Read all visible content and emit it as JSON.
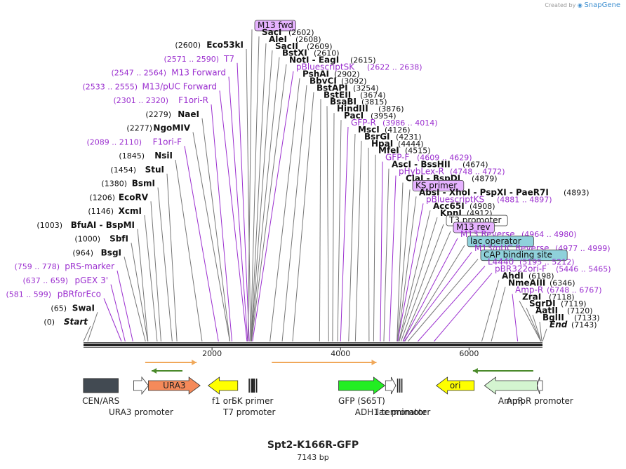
{
  "header": {
    "credit_prefix": "Created by",
    "credit_brand": "SnapGene"
  },
  "plasmid": {
    "name": "Spt2-K166R-GFP",
    "length_label": "7143 bp",
    "length": 7143
  },
  "colors": {
    "enzyme_text": "#111111",
    "primer_text": "#9b2fcf",
    "leader_line": "#777777",
    "primer_line": "#9b2fcf",
    "highlight_purple": "#e6b3ff",
    "highlight_cyan": "#8fd1db",
    "orf_orange": "#f0a85a",
    "orf_green": "#4a8a2a"
  },
  "ruler": {
    "ticks": [
      "2000",
      "4000",
      "6000"
    ]
  },
  "labels": [
    {
      "kind": "enzyme",
      "pre": "(2600)",
      "name": "Eco53kI",
      "pos": 2600
    },
    {
      "kind": "primer",
      "pre": "(2571 .. 2590)",
      "name": "T7",
      "pos": 2580
    },
    {
      "kind": "boxed",
      "name": "M13 fwd",
      "pos": 2560,
      "bg": "purple"
    },
    {
      "kind": "primer",
      "name": "M13 Forward",
      "pre": "(2547 .. 2564)",
      "pos": 2555
    },
    {
      "kind": "primer",
      "name": "M13/pUC Forward",
      "pre": "(2533 .. 2555)",
      "pos": 2544
    },
    {
      "kind": "primer",
      "name": "F1ori-R",
      "pre": "(2301 .. 2320)",
      "pos": 2310
    },
    {
      "kind": "enzyme",
      "pre": "(2279)",
      "name": "NaeI",
      "pos": 2279
    },
    {
      "kind": "enzyme",
      "pre": "(2277)",
      "name": "NgoMIV",
      "pos": 2277
    },
    {
      "kind": "primer",
      "name": "F1ori-F",
      "pre": "(2089 .. 2110)",
      "pos": 2100
    },
    {
      "kind": "enzyme",
      "pre": "(1845)",
      "name": "NsiI",
      "pos": 1845
    },
    {
      "kind": "enzyme",
      "pre": "(1454)",
      "name": "StuI",
      "pos": 1454
    },
    {
      "kind": "enzyme",
      "pre": "(1380)",
      "name": "BsmI",
      "pos": 1380
    },
    {
      "kind": "enzyme",
      "pre": "(1206)",
      "name": "EcoRV",
      "pos": 1206
    },
    {
      "kind": "enzyme",
      "pre": "(1146)",
      "name": "XcmI",
      "pos": 1146
    },
    {
      "kind": "enzyme",
      "pre": "(1003)",
      "name": "BfuAI - BspMI",
      "pos": 1003
    },
    {
      "kind": "enzyme",
      "pre": "(1000)",
      "name": "SbfI",
      "pos": 1000
    },
    {
      "kind": "enzyme",
      "pre": "(964)",
      "name": "BsgI",
      "pos": 964
    },
    {
      "kind": "primer",
      "name": "pRS-marker",
      "pre": "(759 .. 778)",
      "pos": 768
    },
    {
      "kind": "primer",
      "name": "pGEX 3'",
      "pre": "(637 .. 659)",
      "pos": 648
    },
    {
      "kind": "primer",
      "name": "pBRforEco",
      "pre": "(581 .. 599)",
      "pos": 590
    },
    {
      "kind": "enzyme",
      "pre": "(65)",
      "name": "SwaI",
      "pos": 65
    },
    {
      "kind": "enzyme",
      "pre": "(0)",
      "name": "Start",
      "pos": 0,
      "italic": true
    },
    {
      "kind": "enzyme",
      "name": "SacI",
      "post": "(2602)",
      "pos": 2602
    },
    {
      "kind": "enzyme",
      "name": "AleI",
      "post": "(2608)",
      "pos": 2608
    },
    {
      "kind": "enzyme",
      "name": "SacII",
      "post": "(2609)",
      "pos": 2609
    },
    {
      "kind": "enzyme",
      "name": "BstXI",
      "post": "(2610)",
      "pos": 2610
    },
    {
      "kind": "enzyme",
      "name": "NotI - EagI",
      "post": "(2615)",
      "pos": 2615
    },
    {
      "kind": "primer",
      "name": "pBluescriptSK",
      "post": "(2622 .. 2638)",
      "pos": 2630
    },
    {
      "kind": "enzyme",
      "name": "PshAI",
      "post": "(2902)",
      "pos": 2902
    },
    {
      "kind": "enzyme",
      "name": "BbvCI",
      "post": "(3092)",
      "pos": 3092
    },
    {
      "kind": "enzyme",
      "name": "BstAPI",
      "post": "(3254)",
      "pos": 3254
    },
    {
      "kind": "enzyme",
      "name": "BstEII",
      "post": "(3674)",
      "pos": 3674
    },
    {
      "kind": "enzyme",
      "name": "BsaBI",
      "post": "(3815)",
      "pos": 3815
    },
    {
      "kind": "enzyme",
      "name": "HindIII",
      "post": "(3876)",
      "pos": 3876
    },
    {
      "kind": "enzyme",
      "name": "PacI",
      "post": "(3954)",
      "pos": 3954
    },
    {
      "kind": "primer",
      "name": "GFP-R",
      "post": "(3986 .. 4014)",
      "pos": 4000
    },
    {
      "kind": "enzyme",
      "name": "MscI",
      "post": "(4126)",
      "pos": 4126
    },
    {
      "kind": "enzyme",
      "name": "BsrGI",
      "post": "(4231)",
      "pos": 4231
    },
    {
      "kind": "enzyme",
      "name": "HpaI",
      "post": "(4444)",
      "pos": 4444
    },
    {
      "kind": "enzyme",
      "name": "MfeI",
      "post": "(4515)",
      "pos": 4515
    },
    {
      "kind": "primer",
      "name": "GFP-F",
      "post": "(4609 .. 4629)",
      "pos": 4619
    },
    {
      "kind": "enzyme",
      "name": "AscI - BssHII",
      "post": "(4674)",
      "pos": 4674
    },
    {
      "kind": "primer",
      "name": "pHybLex-R",
      "post": "(4748 .. 4772)",
      "pos": 4760
    },
    {
      "kind": "enzyme",
      "name": "ClaI - BspDI",
      "post": "(4879)",
      "pos": 4879
    },
    {
      "kind": "boxed",
      "name": "KS primer",
      "pos": 4885,
      "bg": "purple"
    },
    {
      "kind": "enzyme",
      "name": "AbsI - XhoI - PspXI - PaeR7I",
      "post": "(4893)",
      "pos": 4893
    },
    {
      "kind": "primer",
      "name": "pBluescriptKS",
      "post": "(4881 .. 4897)",
      "pos": 4889
    },
    {
      "kind": "enzyme",
      "name": "Acc65I",
      "post": "(4908)",
      "pos": 4908
    },
    {
      "kind": "enzyme",
      "name": "KpnI",
      "post": "(4912)",
      "pos": 4912
    },
    {
      "kind": "boxed",
      "name": "T3 promoter",
      "pos": 4940,
      "bg": "white"
    },
    {
      "kind": "boxed",
      "name": "M13 rev",
      "pos": 4970,
      "bg": "purple"
    },
    {
      "kind": "primer",
      "name": "M13 Reverse",
      "post": "(4964 .. 4980)",
      "pos": 4972
    },
    {
      "kind": "boxed",
      "name": "lac operator",
      "pos": 5000,
      "bg": "cyan"
    },
    {
      "kind": "primer",
      "name": "M13/pUC Reverse",
      "post": "(4977 .. 4999)",
      "pos": 4988
    },
    {
      "kind": "boxed",
      "name": "CAP binding site",
      "pos": 5050,
      "bg": "cyan"
    },
    {
      "kind": "primer",
      "name": "L4440",
      "post": "(5195 .. 5212)",
      "pos": 5203
    },
    {
      "kind": "primer",
      "name": "pBR322ori-F",
      "post": "(5446 .. 5465)",
      "pos": 5455
    },
    {
      "kind": "enzyme",
      "name": "AhdI",
      "post": "(6198)",
      "pos": 6198
    },
    {
      "kind": "enzyme",
      "name": "NmeAIII",
      "post": "(6346)",
      "pos": 6346
    },
    {
      "kind": "primer",
      "name": "Amp-R",
      "post": "(6748 .. 6767)",
      "pos": 6757
    },
    {
      "kind": "enzyme",
      "name": "ZraI",
      "post": "(7118)",
      "pos": 7118
    },
    {
      "kind": "enzyme",
      "name": "SgrDI",
      "post": "(7119)",
      "pos": 7119
    },
    {
      "kind": "enzyme",
      "name": "AatII",
      "post": "(7120)",
      "pos": 7120
    },
    {
      "kind": "enzyme",
      "name": "BglII",
      "post": "(7133)",
      "pos": 7133
    },
    {
      "kind": "enzyme",
      "name": "End",
      "post": "(7143)",
      "pos": 7143,
      "italic": true
    }
  ],
  "orf_arrows": [
    {
      "start": 960,
      "end": 1760,
      "dir": "right",
      "color": "orange"
    },
    {
      "start": 1060,
      "end": 1540,
      "dir": "left",
      "color": "green"
    },
    {
      "start": 2930,
      "end": 4560,
      "dir": "right",
      "color": "orange"
    },
    {
      "start": 6060,
      "end": 7000,
      "dir": "left",
      "color": "green"
    }
  ],
  "features": [
    {
      "name": "CEN/ARS",
      "start": 0,
      "end": 540,
      "shape": "box",
      "color": "#424a52",
      "label_row": 0
    },
    {
      "name": "URA3 promoter",
      "start": 780,
      "end": 1010,
      "shape": "arrow-right",
      "color": "#ffffff",
      "label_row": 1
    },
    {
      "name": "URA3",
      "start": 1010,
      "end": 1815,
      "shape": "arrow-right",
      "color": "#f58a5a",
      "label_row": -1,
      "inside_label": "URA3"
    },
    {
      "name": "f1 ori",
      "start": 1940,
      "end": 2400,
      "shape": "arrow-left",
      "color": "#ffff00",
      "label_row": 0
    },
    {
      "name": "T7 promoter",
      "start": 2570,
      "end": 2590,
      "shape": "thin",
      "color": "#ffffff",
      "label_row": 1
    },
    {
      "name": "SK primer",
      "start": 2620,
      "end": 2640,
      "shape": "thin",
      "color": "#ffffff",
      "label_row": 0
    },
    {
      "name": "GFP (S65T)",
      "start": 3970,
      "end": 4690,
      "shape": "arrow-right",
      "color": "#22ee22",
      "label_row": 0
    },
    {
      "name": "ADH1 terminator",
      "start": 4700,
      "end": 4860,
      "shape": "arrow-right",
      "color": "#ffffff",
      "label_row": 1
    },
    {
      "name": "lac promoter",
      "start": 4880,
      "end": 5080,
      "shape": "thin",
      "color": "#ffffff",
      "label_row": 1
    },
    {
      "name": "ori",
      "start": 5490,
      "end": 6080,
      "shape": "arrow-left",
      "color": "#ffff00",
      "label_row": -1,
      "inside_label": "ori"
    },
    {
      "name": "AmpR",
      "start": 6240,
      "end": 7060,
      "shape": "arrow-left",
      "color": "#d4f5d0",
      "label_row": 0
    },
    {
      "name": "AmpR promoter",
      "start": 7060,
      "end": 7143,
      "shape": "arrow-left",
      "color": "#ffffff",
      "label_row": 0
    }
  ]
}
